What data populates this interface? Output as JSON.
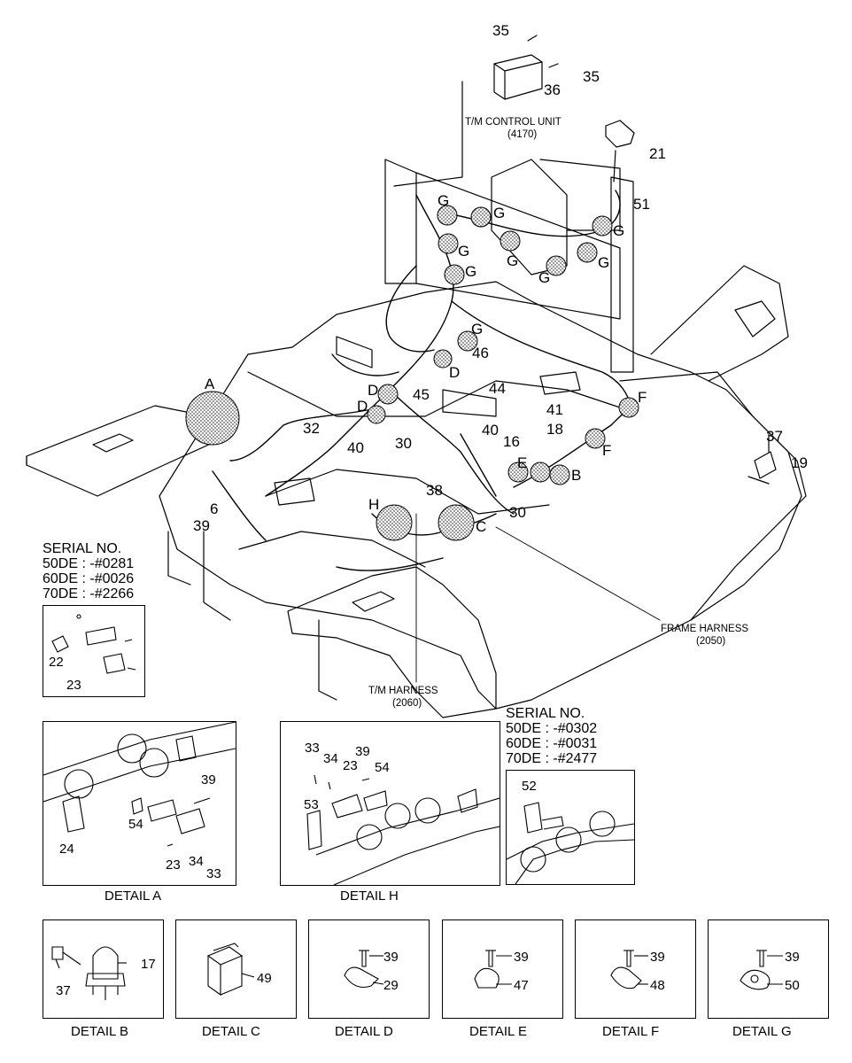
{
  "callouts": {
    "c35a": "35",
    "c35b": "35",
    "c36": "36",
    "c21": "21",
    "c51": "51",
    "c37": "37",
    "c19": "19",
    "c41": "41",
    "c18": "18",
    "c40a": "40",
    "c40b": "40",
    "c16": "16",
    "c30a": "30",
    "c30b": "30",
    "c45": "45",
    "c44": "44",
    "c46": "46",
    "c32": "32",
    "c6": "6",
    "c39": "39",
    "c38": "38",
    "G1": "G",
    "G2": "G",
    "G3": "G",
    "G4": "G",
    "G5": "G",
    "G6": "G",
    "G7": "G",
    "G8": "G",
    "G9": "G",
    "A": "A",
    "B": "B",
    "C": "C",
    "D1": "D",
    "D2": "D",
    "E": "E",
    "F1": "F",
    "F2": "F",
    "H": "H"
  },
  "captions": {
    "tm_control_unit": "T/M CONTROL UNIT",
    "tm_control_unit_code": "(4170)",
    "frame_harness": "FRAME HARNESS",
    "frame_harness_code": "(2050)",
    "tm_harness": "T/M HARNESS",
    "tm_harness_code": "(2060)"
  },
  "serial_1": {
    "title": "SERIAL NO.",
    "line1": "50DE : -#0281",
    "line2": "60DE : -#0026",
    "line3": "70DE : -#2266",
    "p22": "22",
    "p23": "23"
  },
  "serial_2": {
    "title": "SERIAL NO.",
    "line1": "50DE : -#0302",
    "line2": "60DE : -#0031",
    "line3": "70DE : -#2477",
    "p52": "52"
  },
  "detail_a": {
    "caption": "DETAIL A",
    "p24": "24",
    "p39": "39",
    "p54": "54",
    "p23": "23",
    "p34": "34",
    "p33": "33"
  },
  "detail_h": {
    "caption": "DETAIL H",
    "p33": "33",
    "p34": "34",
    "p23": "23",
    "p39": "39",
    "p54": "54",
    "p53": "53"
  },
  "detail_b": {
    "caption": "DETAIL B",
    "p37": "37",
    "p17": "17"
  },
  "detail_c": {
    "caption": "DETAIL C",
    "p49": "49"
  },
  "detail_d": {
    "caption": "DETAIL D",
    "p39": "39",
    "p29": "29"
  },
  "detail_e": {
    "caption": "DETAIL E",
    "p39": "39",
    "p47": "47"
  },
  "detail_f": {
    "caption": "DETAIL F",
    "p39": "39",
    "p48": "48"
  },
  "detail_g": {
    "caption": "DETAIL G",
    "p39": "39",
    "p50": "50"
  }
}
